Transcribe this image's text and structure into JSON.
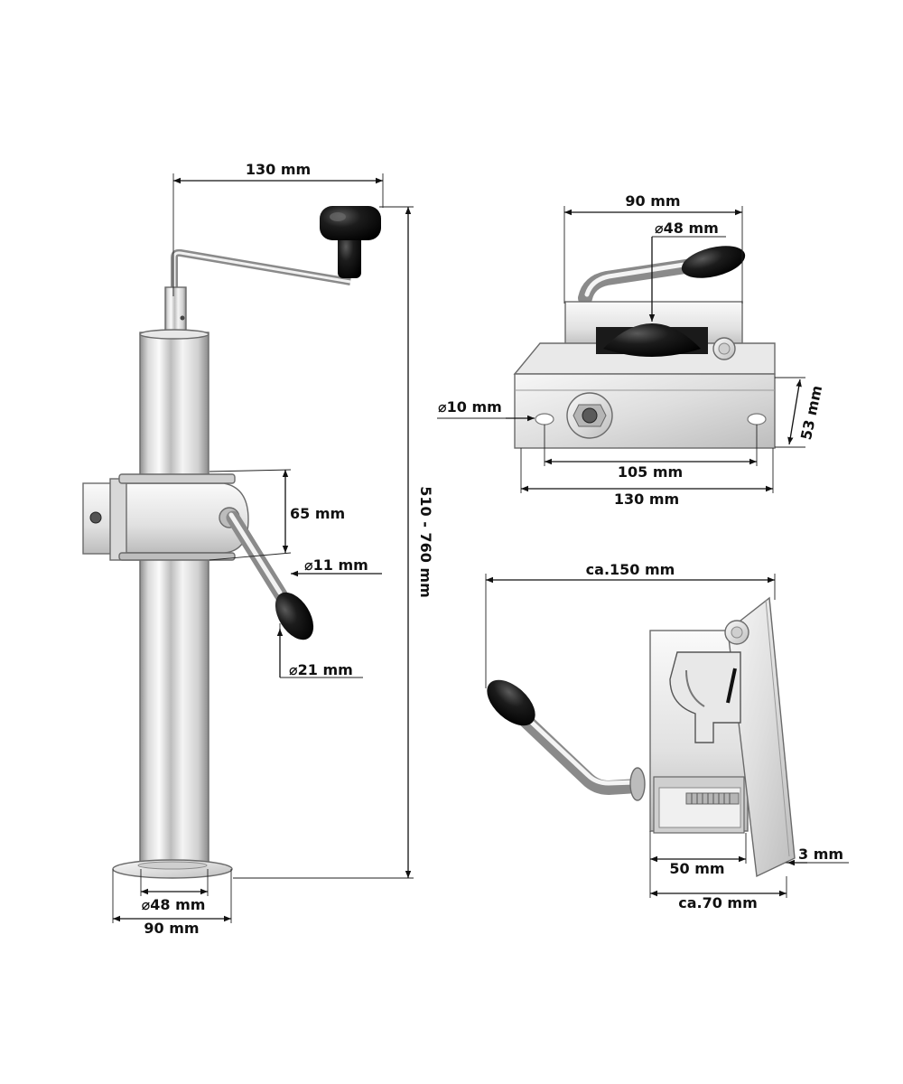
{
  "colors": {
    "background": "#ffffff",
    "text": "#111111",
    "metal_light": "#f2f2f2",
    "metal_mid": "#c7c7c7",
    "metal_dark": "#8c8c8c",
    "knob": "#111111"
  },
  "icons": {
    "arrow": "arrow-head-icon",
    "diameter": "diameter-symbol"
  },
  "jack": {
    "crank_width": "130 mm",
    "total_height": "510 - 760 mm",
    "clamp_height": "65 mm",
    "lever_diameter": "⌀11 mm",
    "knob_diameter": "⌀21 mm",
    "tube_diameter": "⌀48 mm",
    "base_width": "90 mm"
  },
  "clamp_front": {
    "top_width": "90 mm",
    "bore_diameter": "⌀48 mm",
    "hole_diameter": "⌀10 mm",
    "hole_spacing": "105 mm",
    "plate_width": "130 mm",
    "height": "53 mm"
  },
  "clamp_side": {
    "overall_length": "ca.150 mm",
    "opening": "50 mm",
    "plate_thickness": "3 mm",
    "depth": "ca.70 mm"
  }
}
